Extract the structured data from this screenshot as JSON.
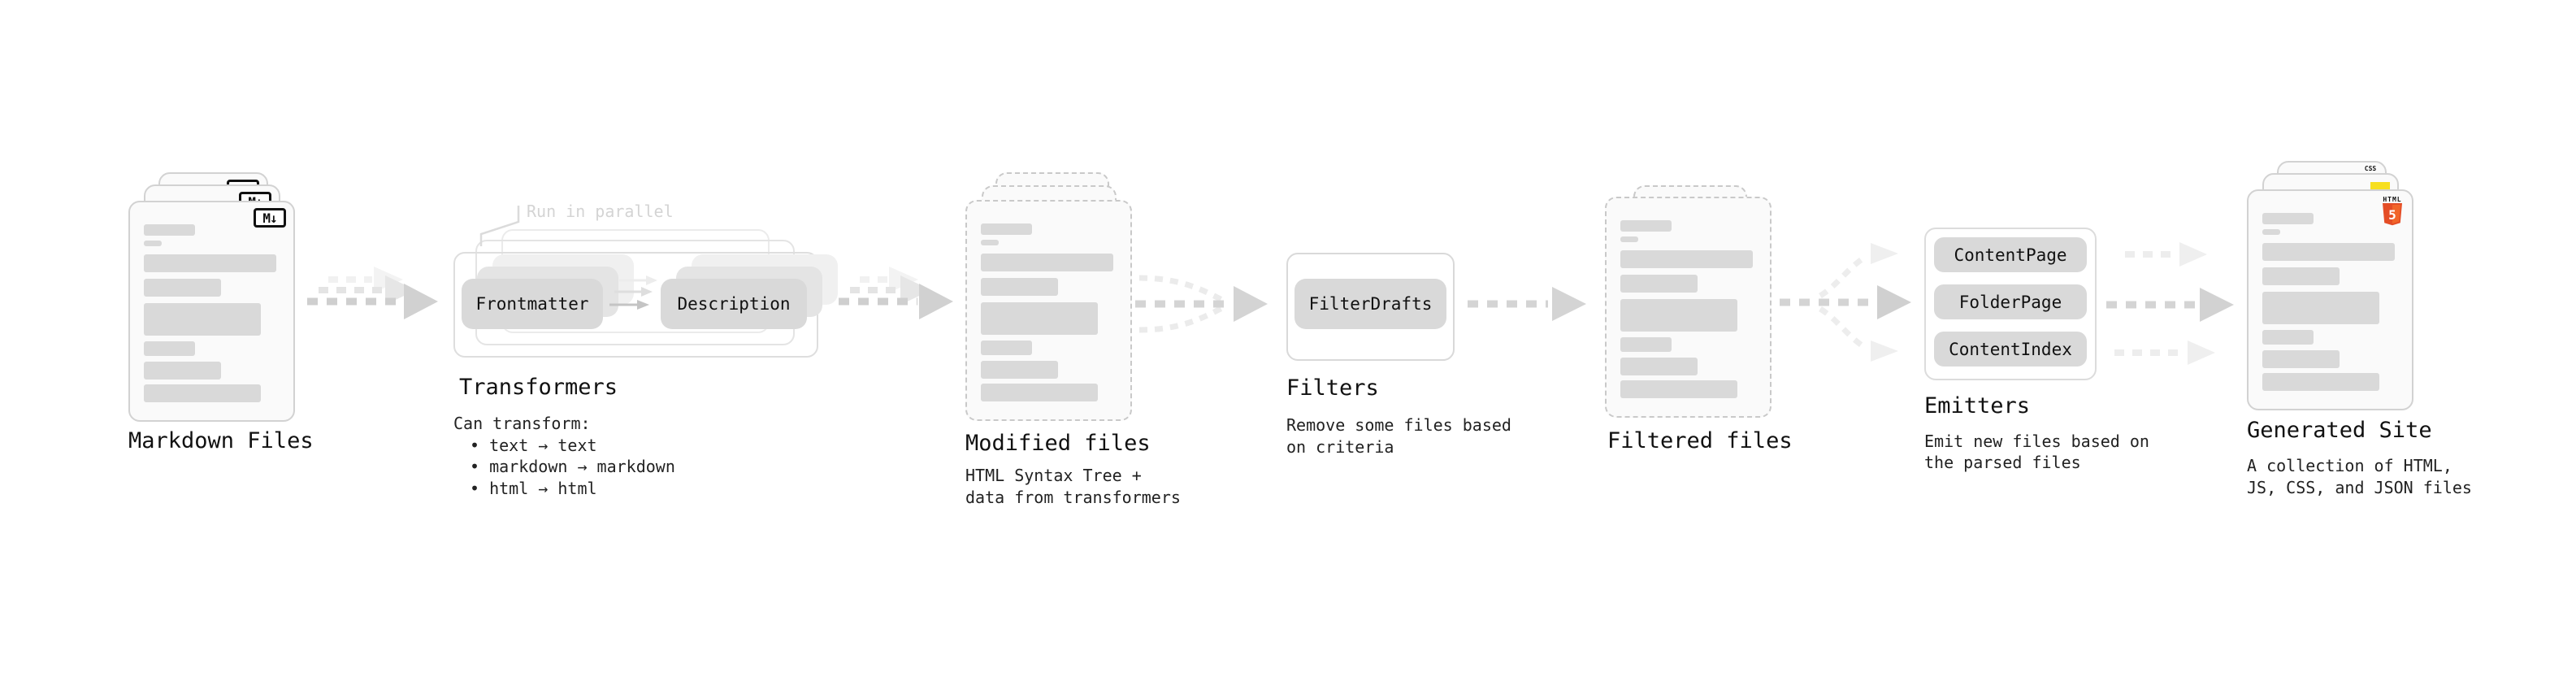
{
  "colors": {
    "html5_orange": "#e44d26",
    "html5_orange_light": "#f16529",
    "js_yellow": "#f7df1e",
    "css_blue": "#2b63e8",
    "card_border": "#d2d2d2",
    "bar_fill": "#d9d9d9",
    "arrow_gray": "#d0d0d0"
  },
  "stages": {
    "markdown": {
      "title": "Markdown Files",
      "badge": "M↓"
    },
    "transformers": {
      "title": "Transformers",
      "annotation": "Run in parallel",
      "pills": {
        "frontmatter": "Frontmatter",
        "description": "Description"
      },
      "desc": {
        "heading": "Can transform:",
        "bullet1": "• text → text",
        "bullet2": "• markdown → markdown",
        "bullet3": "• html → html"
      }
    },
    "modified": {
      "title": "Modified files",
      "desc_line1": "HTML Syntax Tree +",
      "desc_line2": "data from transformers"
    },
    "filters": {
      "title": "Filters",
      "pill": "FilterDrafts",
      "desc_line1": "Remove some files based",
      "desc_line2": "on criteria"
    },
    "filtered": {
      "title": "Filtered files"
    },
    "emitters": {
      "title": "Emitters",
      "pills": {
        "p1": "ContentPage",
        "p2": "FolderPage",
        "p3": "ContentIndex"
      },
      "desc_line1": "Emit new files based on",
      "desc_line2": "the parsed files"
    },
    "generated": {
      "title": "Generated Site",
      "desc_line1": "A collection of HTML,",
      "desc_line2": "JS, CSS, and JSON files",
      "badges": {
        "html_label": "HTML",
        "html_number": "5",
        "css": "CSS"
      }
    }
  }
}
